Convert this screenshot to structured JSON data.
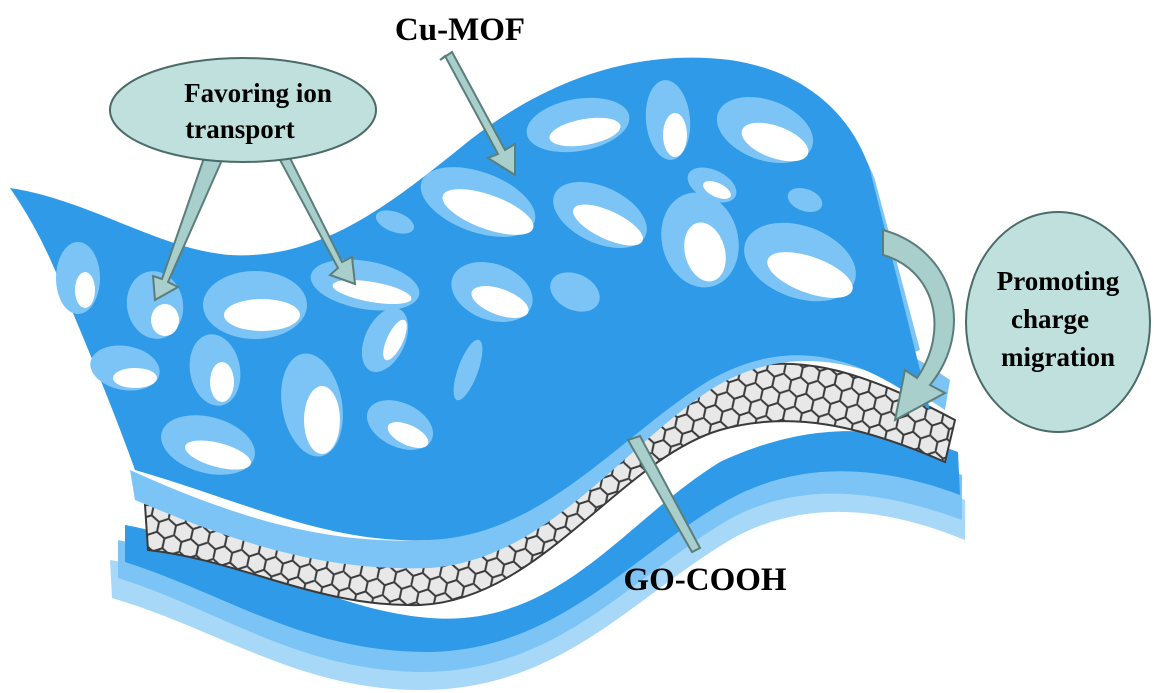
{
  "labels": {
    "top_material": "Cu-MOF",
    "bottom_material": "GO-COOH",
    "left_bubble_line1": "Favoring ion",
    "left_bubble_line2": "transport",
    "right_bubble_line1": "Promoting",
    "right_bubble_line2": "charge",
    "right_bubble_line3": "migration"
  },
  "colors": {
    "sheet_main": "#2f9ae8",
    "sheet_light": "#7cc4f5",
    "sheet_pale": "#a8d8f8",
    "bubble_fill": "#bfe0dd",
    "bubble_stroke": "#4a6b68",
    "arrow_fill": "#a8cfcb",
    "arrow_stroke": "#5b7e7b",
    "graphene_line": "#3a3a3a"
  },
  "icons": {
    "graphene": "hexagonal-lattice",
    "pores": "elliptical-holes"
  }
}
